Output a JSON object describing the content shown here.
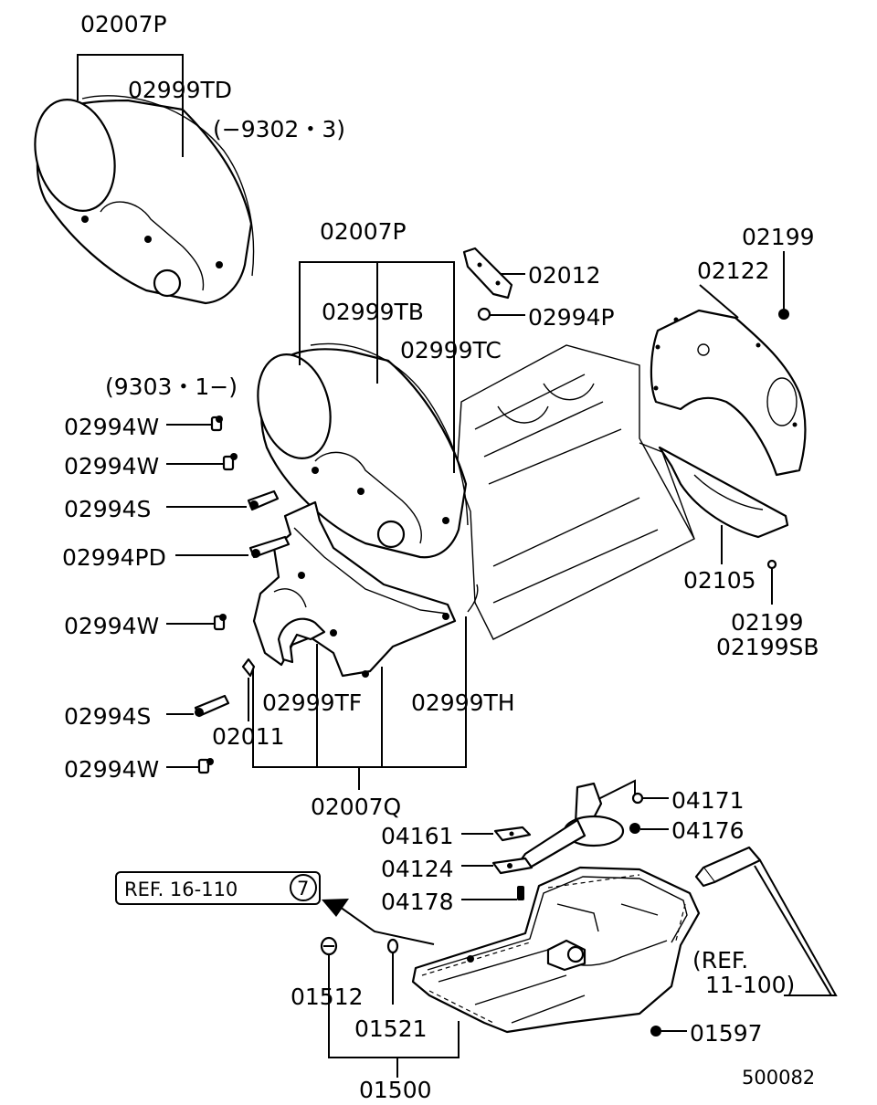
{
  "labels": {
    "cover_top": "02007P",
    "seal_td": "02999TD",
    "date_range_old": "(−9302・3)",
    "cover_mid": "02007P",
    "seal_tb": "02999TB",
    "seal_tc": "02999TC",
    "date_range_new": "(9303・1−)",
    "bracket": "02012",
    "bolt_p": "02994P",
    "bolt_2199_top": "02199",
    "plate": "02122",
    "bolt_w1": "02994W",
    "bolt_w2": "02994W",
    "bolt_s1": "02994S",
    "bolt_pd": "02994PD",
    "bolt_w3": "02994W",
    "bolt_s2": "02994S",
    "bolt_w4": "02994W",
    "clip": "02011",
    "seal_tf": "02999TF",
    "seal_th": "02999TH",
    "cover_lower": "02007Q",
    "plate_lower": "02105",
    "bolt_2199_low": "02199",
    "bolt_2199sb": "02199SB",
    "oring": "04171",
    "gasket": "04161",
    "bolt_176": "04176",
    "strainer": "04124",
    "bolt_178": "04178",
    "ref_box": "REF. 16-110",
    "ref_circle": "7",
    "ref_sealant_1": "(REF.",
    "ref_sealant_2": "11-100)",
    "plug": "01512",
    "plug_gasket": "01521",
    "bolt_597": "01597",
    "oil_pan": "01500",
    "figure_no": "500082"
  }
}
